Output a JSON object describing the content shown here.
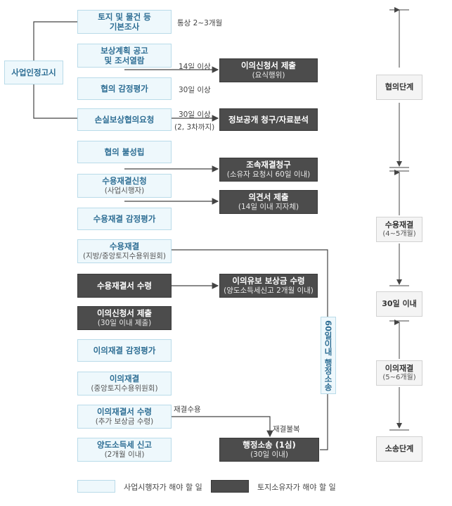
{
  "steps": [
    {
      "title": "토지 및 물건 등",
      "sub": "기본조사",
      "style": "light"
    },
    {
      "title": "보상계획 공고",
      "sub": "및 조서열람",
      "style": "light"
    },
    {
      "title": "협의 감정평가",
      "sub": "",
      "style": "light"
    },
    {
      "title": "손실보상협의요청",
      "sub": "",
      "style": "light"
    },
    {
      "title": "협의 불성립",
      "sub": "",
      "style": "light"
    },
    {
      "title": "수용재결신청",
      "sub": "(사업시행자)",
      "style": "light"
    },
    {
      "title": "수용재결 감정평가",
      "sub": "",
      "style": "light"
    },
    {
      "title": "수용재결",
      "sub": "(지방/중앙토지수용위원회)",
      "style": "light"
    },
    {
      "title": "수용재결서 수령",
      "sub": "",
      "style": "dark"
    },
    {
      "title": "이의신청서 제출",
      "sub": "(30일 이내 제출)",
      "style": "dark"
    },
    {
      "title": "이의재결 감정평가",
      "sub": "",
      "style": "light"
    },
    {
      "title": "이의재결",
      "sub": "(중앙토지수용위원회)",
      "style": "light"
    },
    {
      "title": "이의재결서 수령",
      "sub": "(추가 보상금 수령)",
      "style": "light"
    },
    {
      "title": "양도소득세 신고",
      "sub": "(2개월 이내)",
      "style": "light"
    }
  ],
  "side_actions": [
    {
      "title": "이의신청서 제출",
      "sub": "(요식행위)"
    },
    {
      "title": "정보공개 청구/자료분석",
      "sub": ""
    },
    {
      "title": "조속재결청구",
      "sub": "(소유자 요청시 60일 이내)"
    },
    {
      "title": "의견서 제출",
      "sub": "(14일 이내 지자체)"
    },
    {
      "title": "이의유보 보상금 수령",
      "sub": "(양도소득세신고 2개월 이내)"
    },
    {
      "title": "행정소송 (1심)",
      "sub": "(30일 이내)"
    }
  ],
  "notice_box": "사업인정고시",
  "lawsuit_label": "60일이내 행정소송",
  "annotations": {
    "survey_period": "통상 2~3개월",
    "days14": "14일 이상",
    "days30_a": "30일 이상",
    "days30_b": "30일 이상",
    "rounds": "(2, 3차까지)",
    "accept": "재결수용",
    "reject": "재결불복"
  },
  "timeline": [
    {
      "title": "협의단계",
      "sub": ""
    },
    {
      "title": "수용재결",
      "sub": "(4~5개월)"
    },
    {
      "title": "30일 이내",
      "sub": ""
    },
    {
      "title": "이의재결",
      "sub": "(5~6개월)"
    },
    {
      "title": "소송단계",
      "sub": ""
    }
  ],
  "legend": {
    "light_label": "사업시행자가 해야 할 일",
    "dark_label": "토지소유자가 해야 할 일"
  },
  "colors": {
    "light_fill": "#eef8fc",
    "dark_fill": "#4c4c4c",
    "line": "#444444"
  }
}
